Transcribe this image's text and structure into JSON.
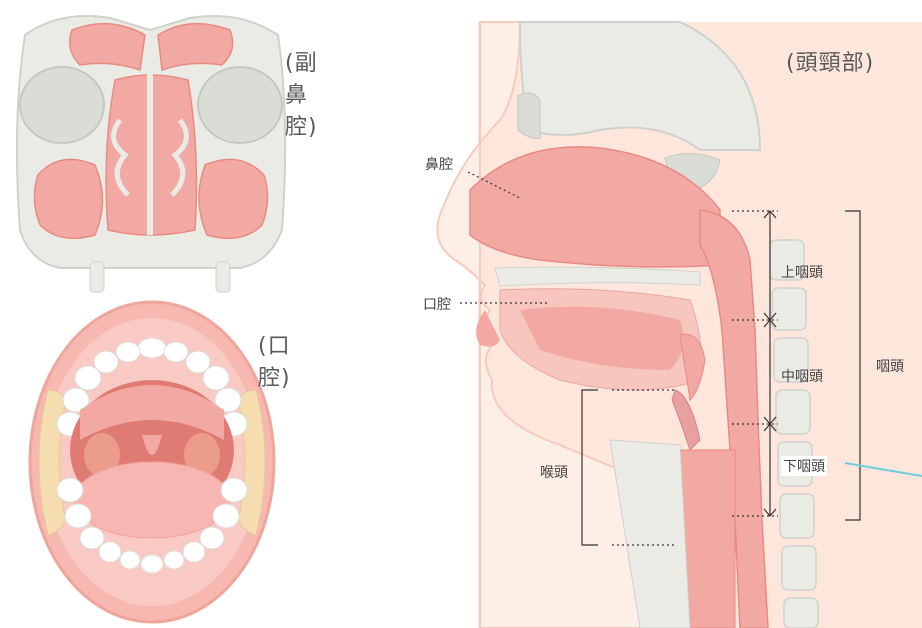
{
  "captions": {
    "sinus": "(副鼻腔)",
    "mouth": "(口腔)",
    "head_neck": "(頭頸部)"
  },
  "labels": {
    "nasal_cavity": "鼻腔",
    "oral_cavity": "口腔",
    "larynx": "喉頭",
    "epipharynx": "上咽頭",
    "mesopharynx": "中咽頭",
    "hypopharynx": "下咽頭",
    "pharynx": "咽頭"
  },
  "colors": {
    "pink": "#f2a9a3",
    "pink_dark": "#e98a82",
    "skin": "#fbe1d8",
    "skin_edge": "#f6cbbd",
    "bone": "#ebebe6",
    "bone_edge": "#cfd2cc",
    "cream": "#f5ddb0",
    "leader": "#333333",
    "pointer": "#6fcfe0"
  }
}
